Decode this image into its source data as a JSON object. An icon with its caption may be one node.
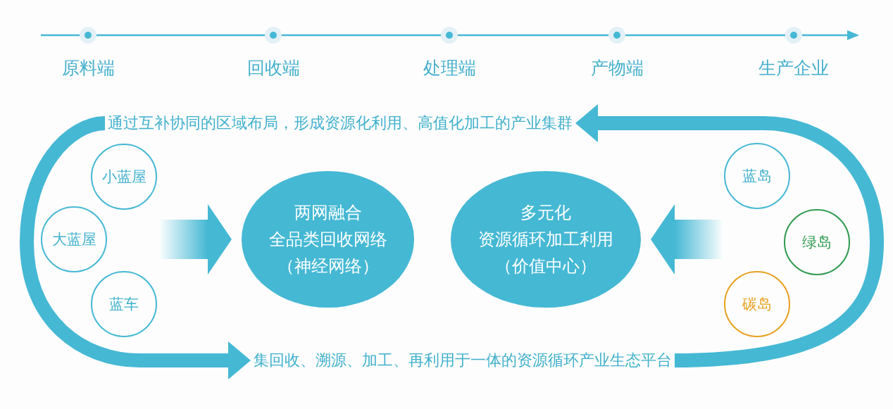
{
  "diagram": {
    "nodes": [
      {
        "text": [
          "通过互补协同的区域布局，形成资源化利用、高值化加工的产业集群"
        ]
      },
      {
        "text": [
          "小蓝屋"
        ]
      },
      {
        "text": [
          "大蓝屋"
        ]
      },
      {
        "text": [
          "蓝车"
        ]
      },
      {
        "text": [
          "两网融合",
          "全品类回收网络",
          "（神经网络）"
        ]
      },
      {
        "text": [
          "多元化",
          "资源循环加工利用",
          "（价值中心）"
        ]
      },
      {
        "text": [
          "蓝岛"
        ]
      },
      {
        "text": [
          "绿岛"
        ]
      },
      {
        "text": [
          "碳岛"
        ]
      },
      {
        "text": [
          "集回收、溯源、加工、再利用于一体的资源循环产业生态平台"
        ]
      }
    ],
    "edges": [
      {
        "from": 0,
        "to": 9,
        "arrow": "to"
      },
      {
        "from": 9,
        "to": 0,
        "arrow": "to"
      },
      {
        "from": null,
        "to": 4,
        "arrow": "to"
      },
      {
        "from": null,
        "to": 5,
        "arrow": "to"
      }
    ],
    "labels": [
      "原料端",
      "回收端",
      "处理端",
      "产物端",
      "生产企业"
    ]
  }
}
